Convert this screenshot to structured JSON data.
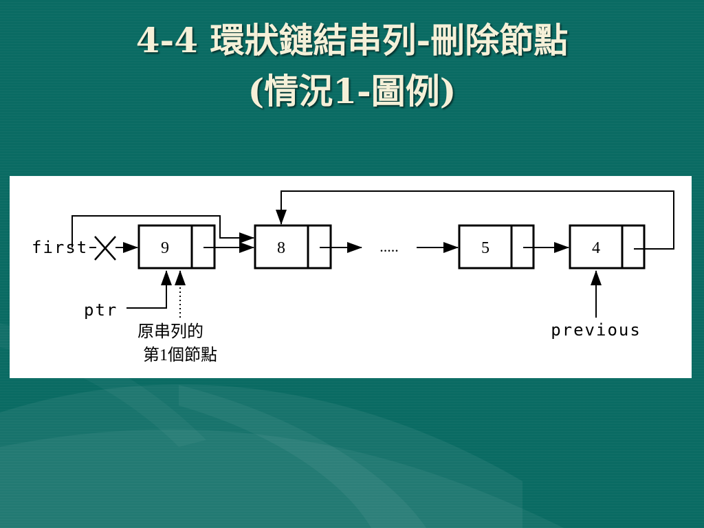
{
  "slide": {
    "title_line1": "4-4 環狀鏈結串列-刪除節點",
    "title_line2": "(情況1-圖例)"
  },
  "diagram": {
    "nodes": [
      {
        "value": "9"
      },
      {
        "value": "8"
      },
      {
        "value": "5"
      },
      {
        "value": "4"
      }
    ],
    "ellipsis": ".....",
    "pointers": {
      "first": "first",
      "ptr": "ptr",
      "previous": "previous"
    },
    "caption_line1": "原串列的",
    "caption_line2": "第1個節點"
  }
}
